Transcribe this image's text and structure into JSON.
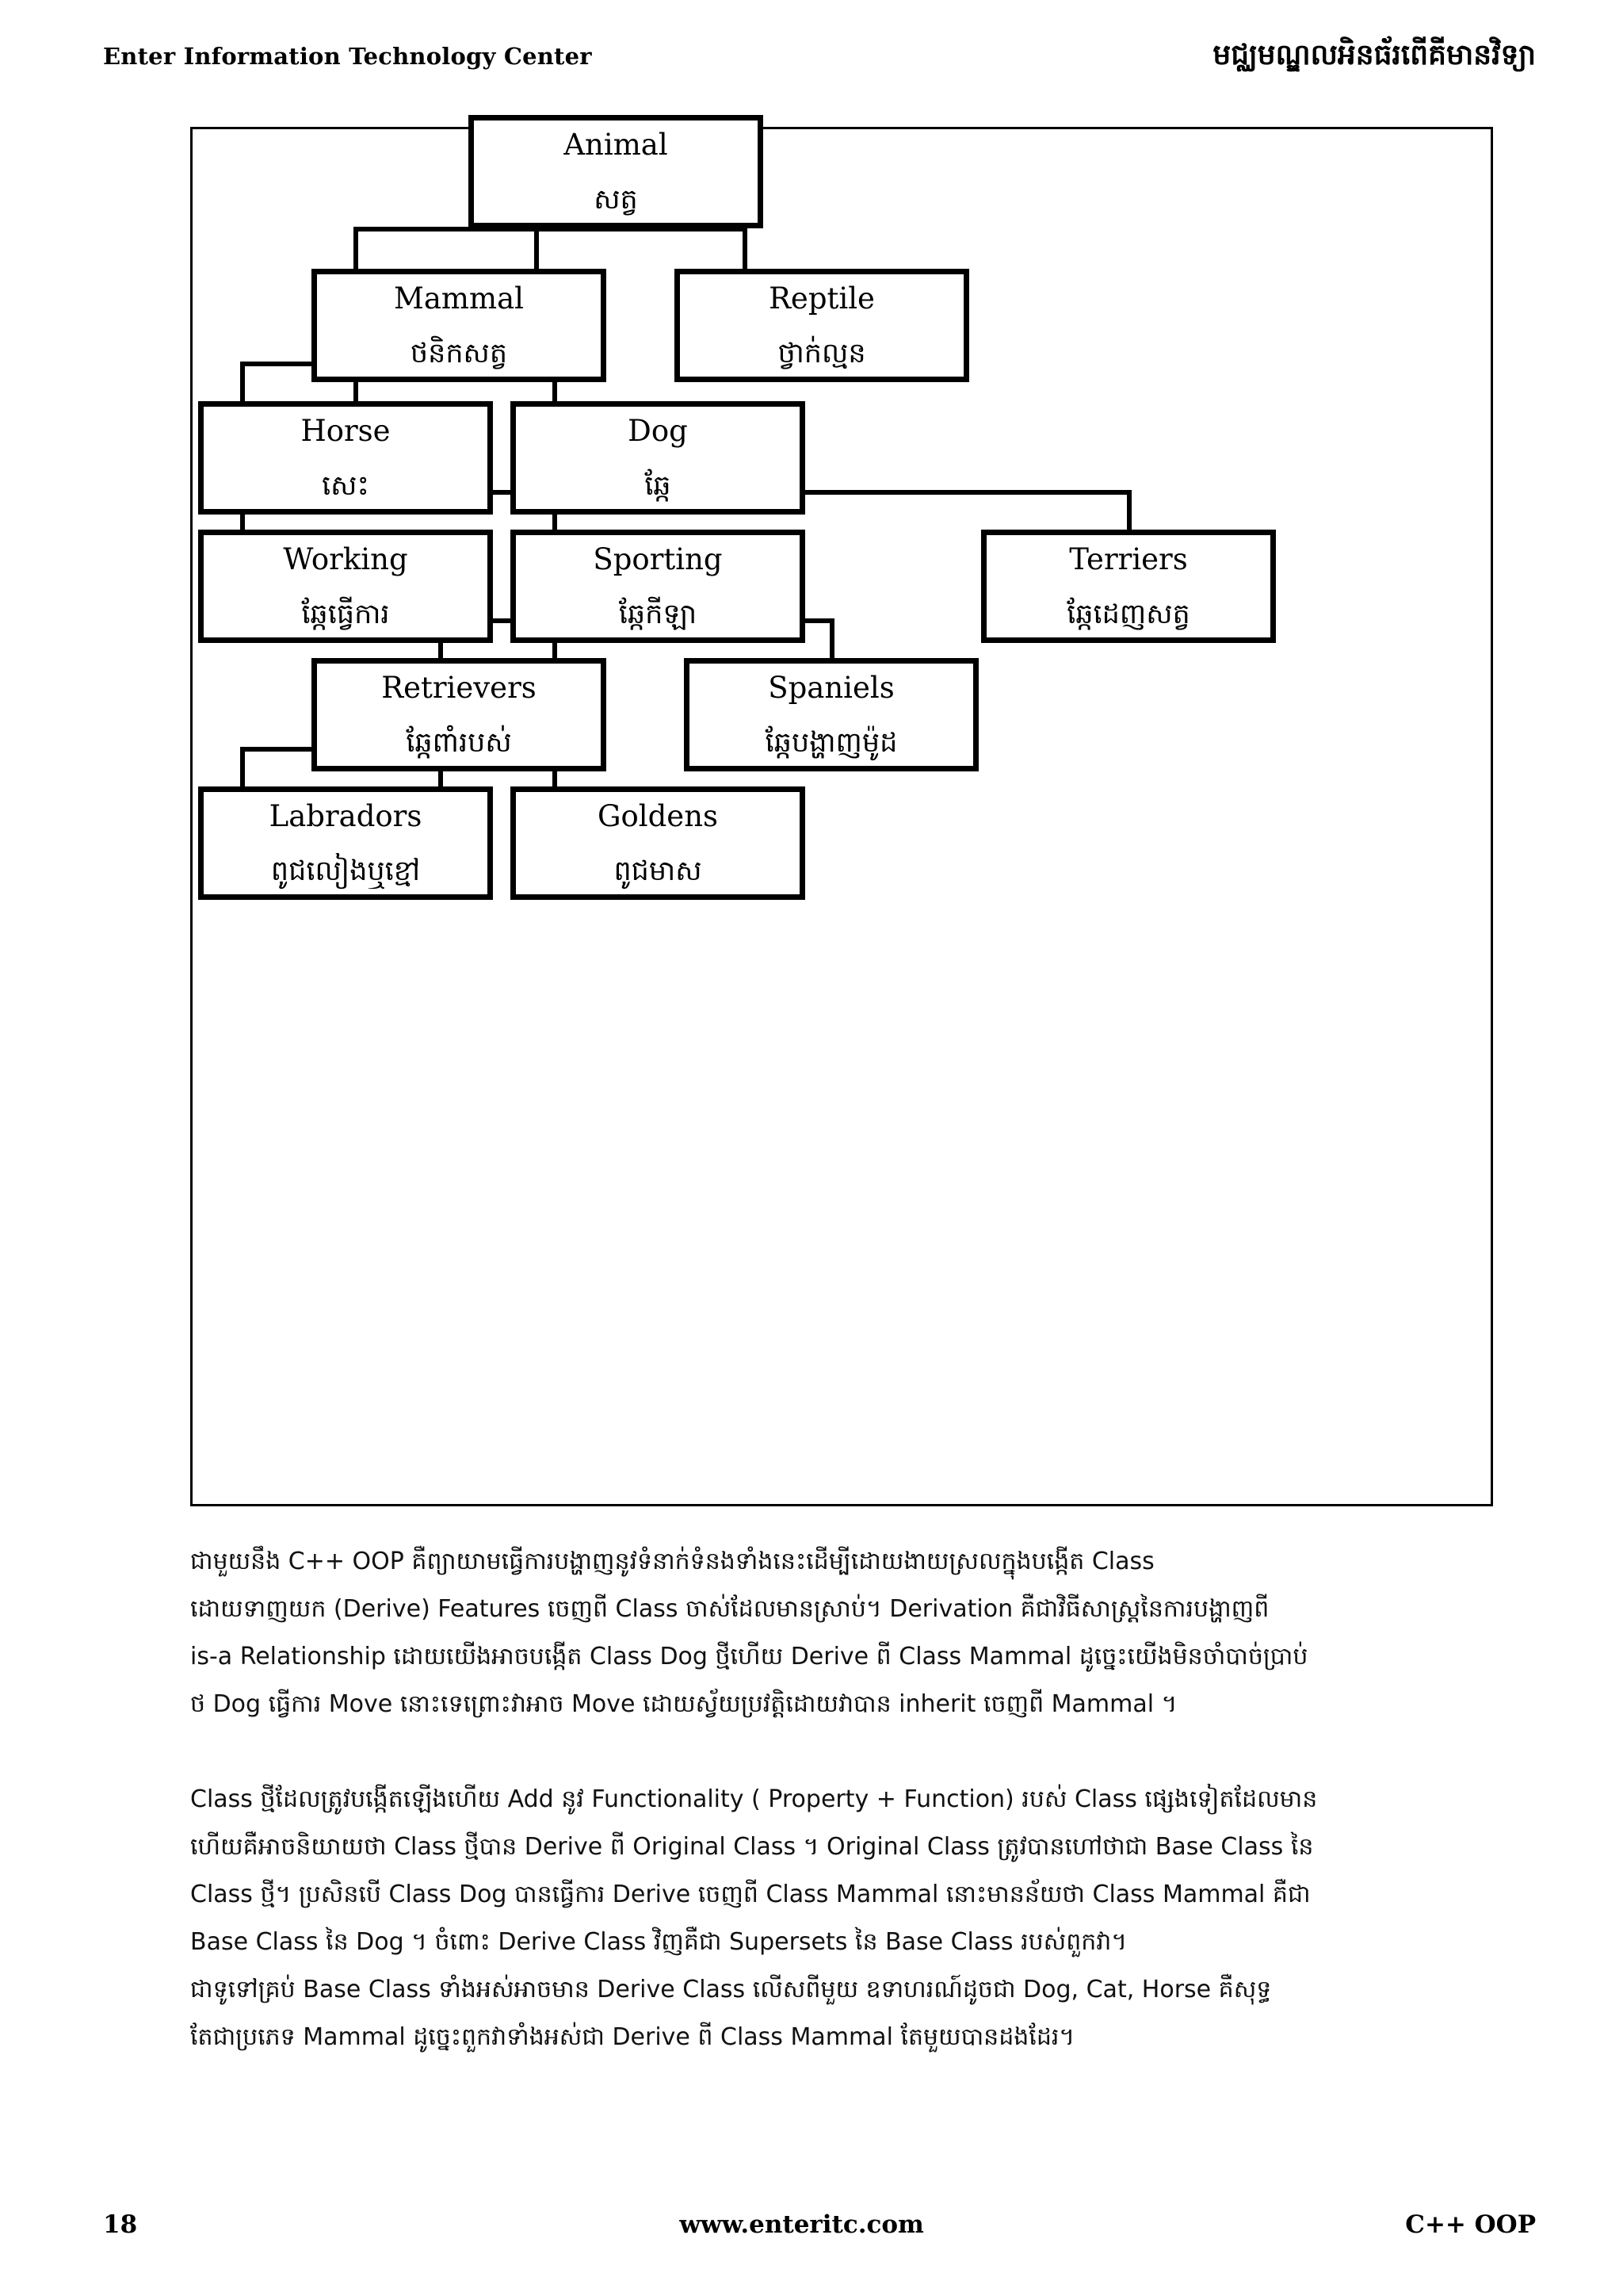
{
  "header": {
    "left_title": "Enter Information Technology Center",
    "right_title": "មជ្ឈមណ្ឌលអិនធ័រពេីគីមានវិទ្យា"
  },
  "diagram": {
    "title": "Animal class inheritance hierarchy",
    "nodes": [
      {
        "id": "animal",
        "en": "Animal",
        "km": "សត្វ"
      },
      {
        "id": "mammal",
        "en": "Mammal",
        "km": "ថនិកសត្វ"
      },
      {
        "id": "reptile",
        "en": "Reptile",
        "km": "ថ្វាក់ល្មន"
      },
      {
        "id": "horse",
        "en": "Horse",
        "km": "សេះ"
      },
      {
        "id": "dog",
        "en": "Dog",
        "km": "ឆ្កែ"
      },
      {
        "id": "working",
        "en": "Working",
        "km": "ឆ្កែធ្វើការ"
      },
      {
        "id": "sporting",
        "en": "Sporting",
        "km": "ឆ្កែកីឡា"
      },
      {
        "id": "terriers",
        "en": "Terriers",
        "km": "ឆ្កែដេញសត្វ"
      },
      {
        "id": "retrievers",
        "en": "Retrievers",
        "km": "ឆ្កែពាំរបស់"
      },
      {
        "id": "spaniels",
        "en": "Spaniels",
        "km": "ឆ្កែបង្ហាញម៉ូដ"
      },
      {
        "id": "labradors",
        "en": "Labradors",
        "km": "ពូជលៀងឬខ្មៅ"
      },
      {
        "id": "goldens",
        "en": "Goldens",
        "km": "ពូជមាស"
      }
    ]
  },
  "body": {
    "paragraph1": [
      "ជាមួយនឹង C++ OOP គឺព្យាយាមធ្វើការបង្ហាញនូវទំនាក់ទំនងទាំងនេះដើម្បីដោយងាយស្រលក្នុងបង្កើត Class",
      "ដោយទាញយក (Derive) Features ចេញពី Class ចាស់ដែលមានស្រាប់។ Derivation គឺជាវិធីសាស្ត្រនៃការបង្ហាញពី",
      "is-a Relationship ដោយយើងអាចបង្កើត Class Dog ថ្មីហើយ Derive ពី Class Mammal ដូច្នេះយើងមិនចាំបាច់ប្រាប់",
      "ថ Dog ធ្វើការ Move នោះទេព្រោះវាអាច Move ដោយស្វ័យប្រវត្តិដោយវាបាន inherit ចេញពី Mammal ។"
    ],
    "paragraph2": [
      "Class ថ្មីដែលត្រូវបង្កើតឡើងហើយ Add នូវ Functionality ( Property + Function) របស់ Class ផ្សេងទៀតដែលមាន",
      "ហើយគឺអាចនិយាយថា Class ថ្មីបាន Derive ពី Original Class ។ Original Class ត្រូវបានហៅថាជា Base Class នៃ",
      "Class ថ្មី។ ប្រសិនបើ Class Dog បានធ្វើការ Derive ចេញពី Class Mammal នោះមានន័យថា Class Mammal គឺជា",
      "Base Class នៃ Dog ។ ចំពោះ Derive Class វិញគឺជា Supersets នៃ Base Class របស់ពួកវា។",
      "ជាទូទៅគ្រប់ Base Class ទាំងអស់អាចមាន Derive Class លើសពីមួយ ឧទាហរណ៍ដូចជា Dog, Cat, Horse គឺសុទ្ធ",
      "តែជាប្រភេទ Mammal ដូច្នេះពួកវាទាំងអស់ជា Derive ពី Class Mammal តែមួយបានដងដែរ។"
    ]
  },
  "footer": {
    "page_number": "18",
    "website": "www.enteritc.com",
    "subject": "C++ OOP"
  }
}
